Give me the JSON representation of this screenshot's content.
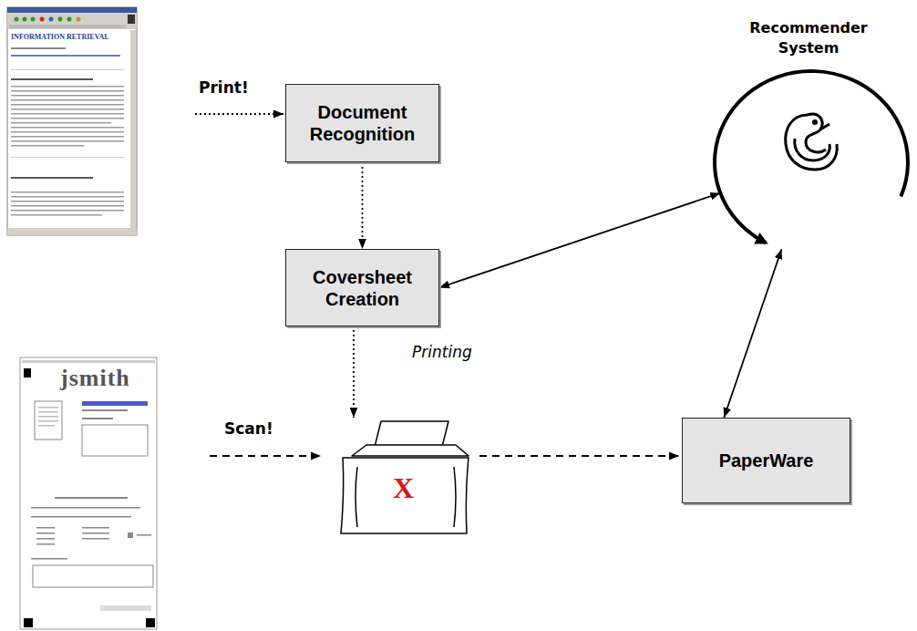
{
  "diagram": {
    "nodes": [
      {
        "text": [
          "Recommender System"
        ]
      },
      {
        "text": [
          "Document Recognition"
        ]
      },
      {
        "text": [
          "Coversheet Creation"
        ]
      },
      {
        "text": [
          "PaperWare"
        ]
      }
    ],
    "edges": [
      {
        "from": 1,
        "to": 2,
        "arrow": "to"
      },
      {
        "from": 2,
        "to": 0,
        "arrow": "both"
      },
      {
        "from": 3,
        "to": 0,
        "arrow": "both"
      }
    ],
    "labels": [
      "Print!",
      "Printing",
      "Scan!",
      "INFORMATION RETRIEVAL",
      "jsmith",
      "X"
    ]
  }
}
